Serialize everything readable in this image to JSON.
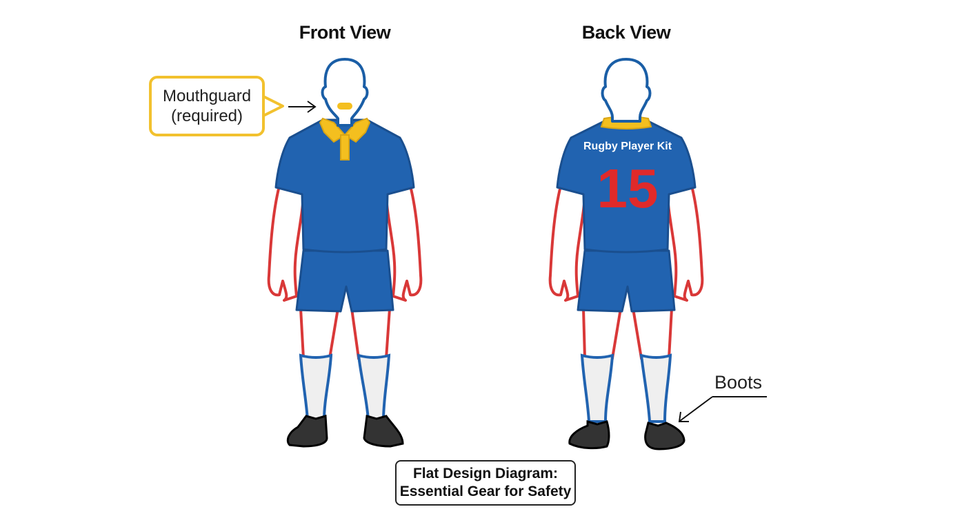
{
  "views": {
    "front_title": "Front View",
    "back_title": "Back View"
  },
  "annotations": {
    "mouthguard_line1": "Mouthguard",
    "mouthguard_line2": "(required)",
    "boots": "Boots"
  },
  "jersey": {
    "text": "Rugby Player Kit",
    "number": "15"
  },
  "caption": {
    "line1": "Flat Design Diagram:",
    "line2": "Essential Gear for Safety"
  },
  "colors": {
    "kit_blue": "#2163b0",
    "kit_outline": "#1a4f8f",
    "collar_yellow": "#f4bf1f",
    "skin_outline_red": "#d93838",
    "sock_white": "#efefef",
    "boot_dark": "#333333",
    "callout_border": "#f2c12e"
  }
}
